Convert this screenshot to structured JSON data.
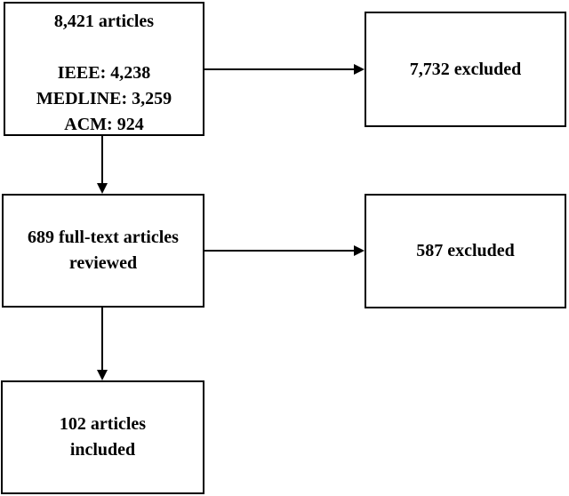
{
  "diagram": {
    "type": "flowchart",
    "colors": {
      "border": "#000000",
      "text": "#000000",
      "background": "#ffffff"
    },
    "boxes": {
      "identified": {
        "line1": "8,421 articles",
        "line2": "",
        "line3": "IEEE: 4,238",
        "line4": "MEDLINE: 3,259",
        "line5": "ACM: 924"
      },
      "excluded_initial": {
        "label": "7,732 excluded"
      },
      "fulltext": {
        "line1": "689 full-text articles",
        "line2": "reviewed"
      },
      "excluded_fulltext": {
        "label": "587 excluded"
      },
      "included": {
        "line1": "102 articles",
        "line2": "included"
      }
    }
  }
}
